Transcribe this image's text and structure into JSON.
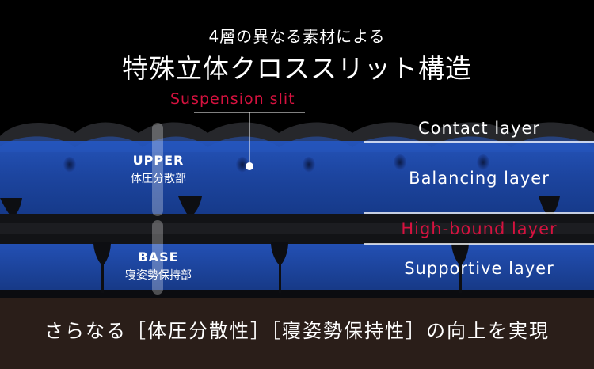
{
  "header": {
    "subtitle": "4層の異なる素材による",
    "title": "特殊立体クロススリット構造"
  },
  "callout": {
    "suspension_slit": "Suspension slit"
  },
  "layers": {
    "contact": "Contact layer",
    "balancing": "Balancing layer",
    "high_bound": "High-bound layer",
    "supportive": "Supportive layer"
  },
  "regions": {
    "upper_main": "UPPER",
    "upper_sub": "体圧分散部",
    "base_main": "BASE",
    "base_sub": "寝姿勢保持部"
  },
  "footer": {
    "text": "さらなる［体圧分散性］［寝姿勢保持性］の向上を実現"
  },
  "colors": {
    "foam_blue": "#1f47a6",
    "accent_red": "#d6123f",
    "footer_bg": "#2a1e19"
  }
}
